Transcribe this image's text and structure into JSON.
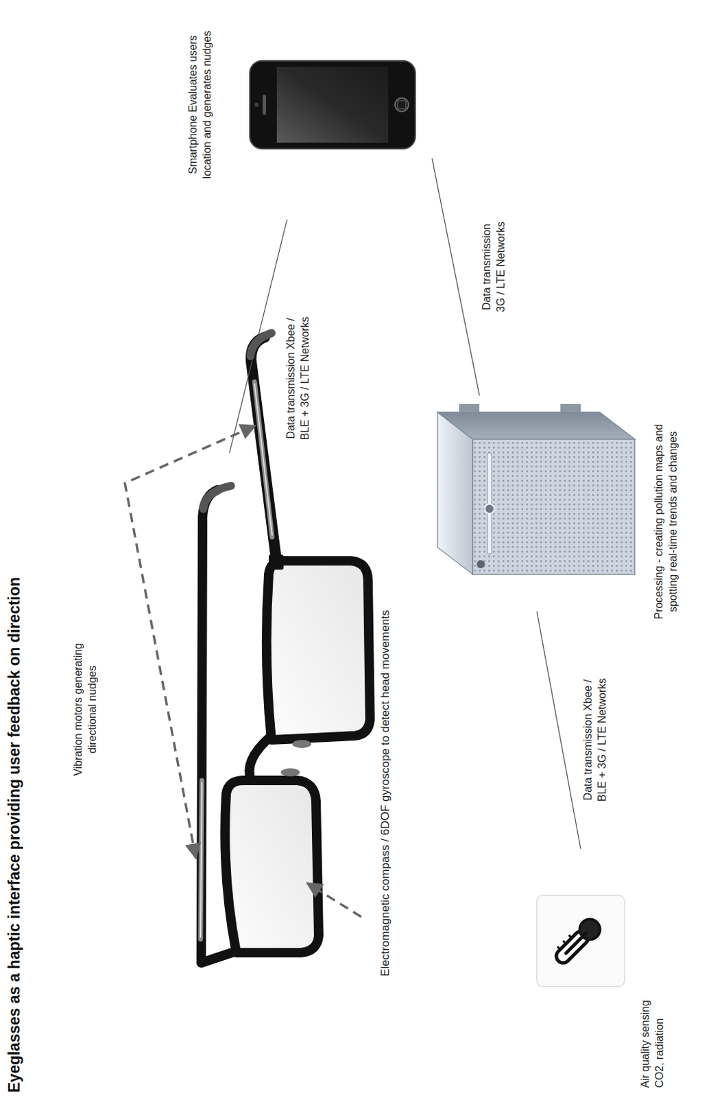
{
  "diagram": {
    "title": "Eyeglasses as a haptic interface providing user feedback on direction",
    "nodes": [
      {
        "text": [
          "Vibration motors generating directional nudges",
          "Electromagnetic compass / 6DOF gyroscope to detect head movements"
        ]
      },
      {
        "text": [
          "Smartphone Evaluates users location and generates nudges"
        ]
      },
      {
        "text": [
          "Air quality sensing CO2, radiation"
        ]
      },
      {
        "text": [
          "Processing - creating pollution maps and spotting real-time trends and changes"
        ]
      }
    ],
    "edges": [
      {
        "from": 0,
        "to": 1,
        "arrow": "none",
        "label": "Data transmission Xbee / BLE + 3G / LTE Networks"
      },
      {
        "from": 1,
        "to": 3,
        "arrow": "none",
        "label": "Data transmission 3G / LTE Networks"
      },
      {
        "from": 2,
        "to": 3,
        "arrow": "none",
        "label": "Data transmission Xbee / BLE + 3G / LTE Networks"
      }
    ]
  }
}
